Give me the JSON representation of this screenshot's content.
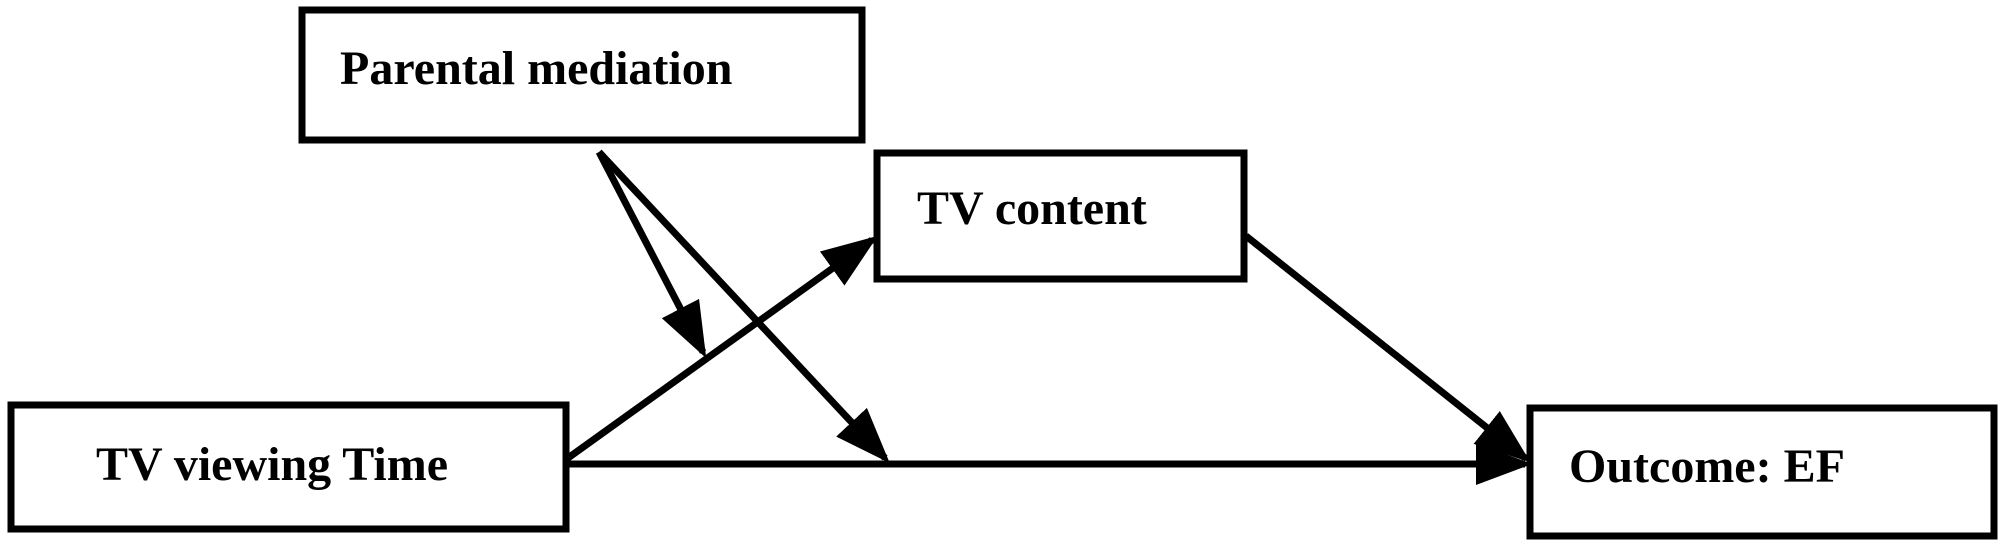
{
  "nodes": {
    "parental_mediation": {
      "label": "Parental mediation"
    },
    "tv_content": {
      "label": "TV content"
    },
    "tv_viewing_time": {
      "label": "TV viewing Time"
    },
    "outcome": {
      "label": "Outcome: EF"
    }
  },
  "edges": [
    {
      "from": "tv_viewing_time",
      "to": "tv_content",
      "kind": "path"
    },
    {
      "from": "tv_content",
      "to": "outcome",
      "kind": "path"
    },
    {
      "from": "tv_viewing_time",
      "to": "outcome",
      "kind": "path"
    },
    {
      "from": "parental_mediation",
      "to": "tv_viewing_time-tv_content",
      "kind": "moderation"
    },
    {
      "from": "parental_mediation",
      "to": "tv_viewing_time-outcome",
      "kind": "moderation"
    }
  ],
  "colors": {
    "stroke": "#000000",
    "background": "#ffffff"
  }
}
